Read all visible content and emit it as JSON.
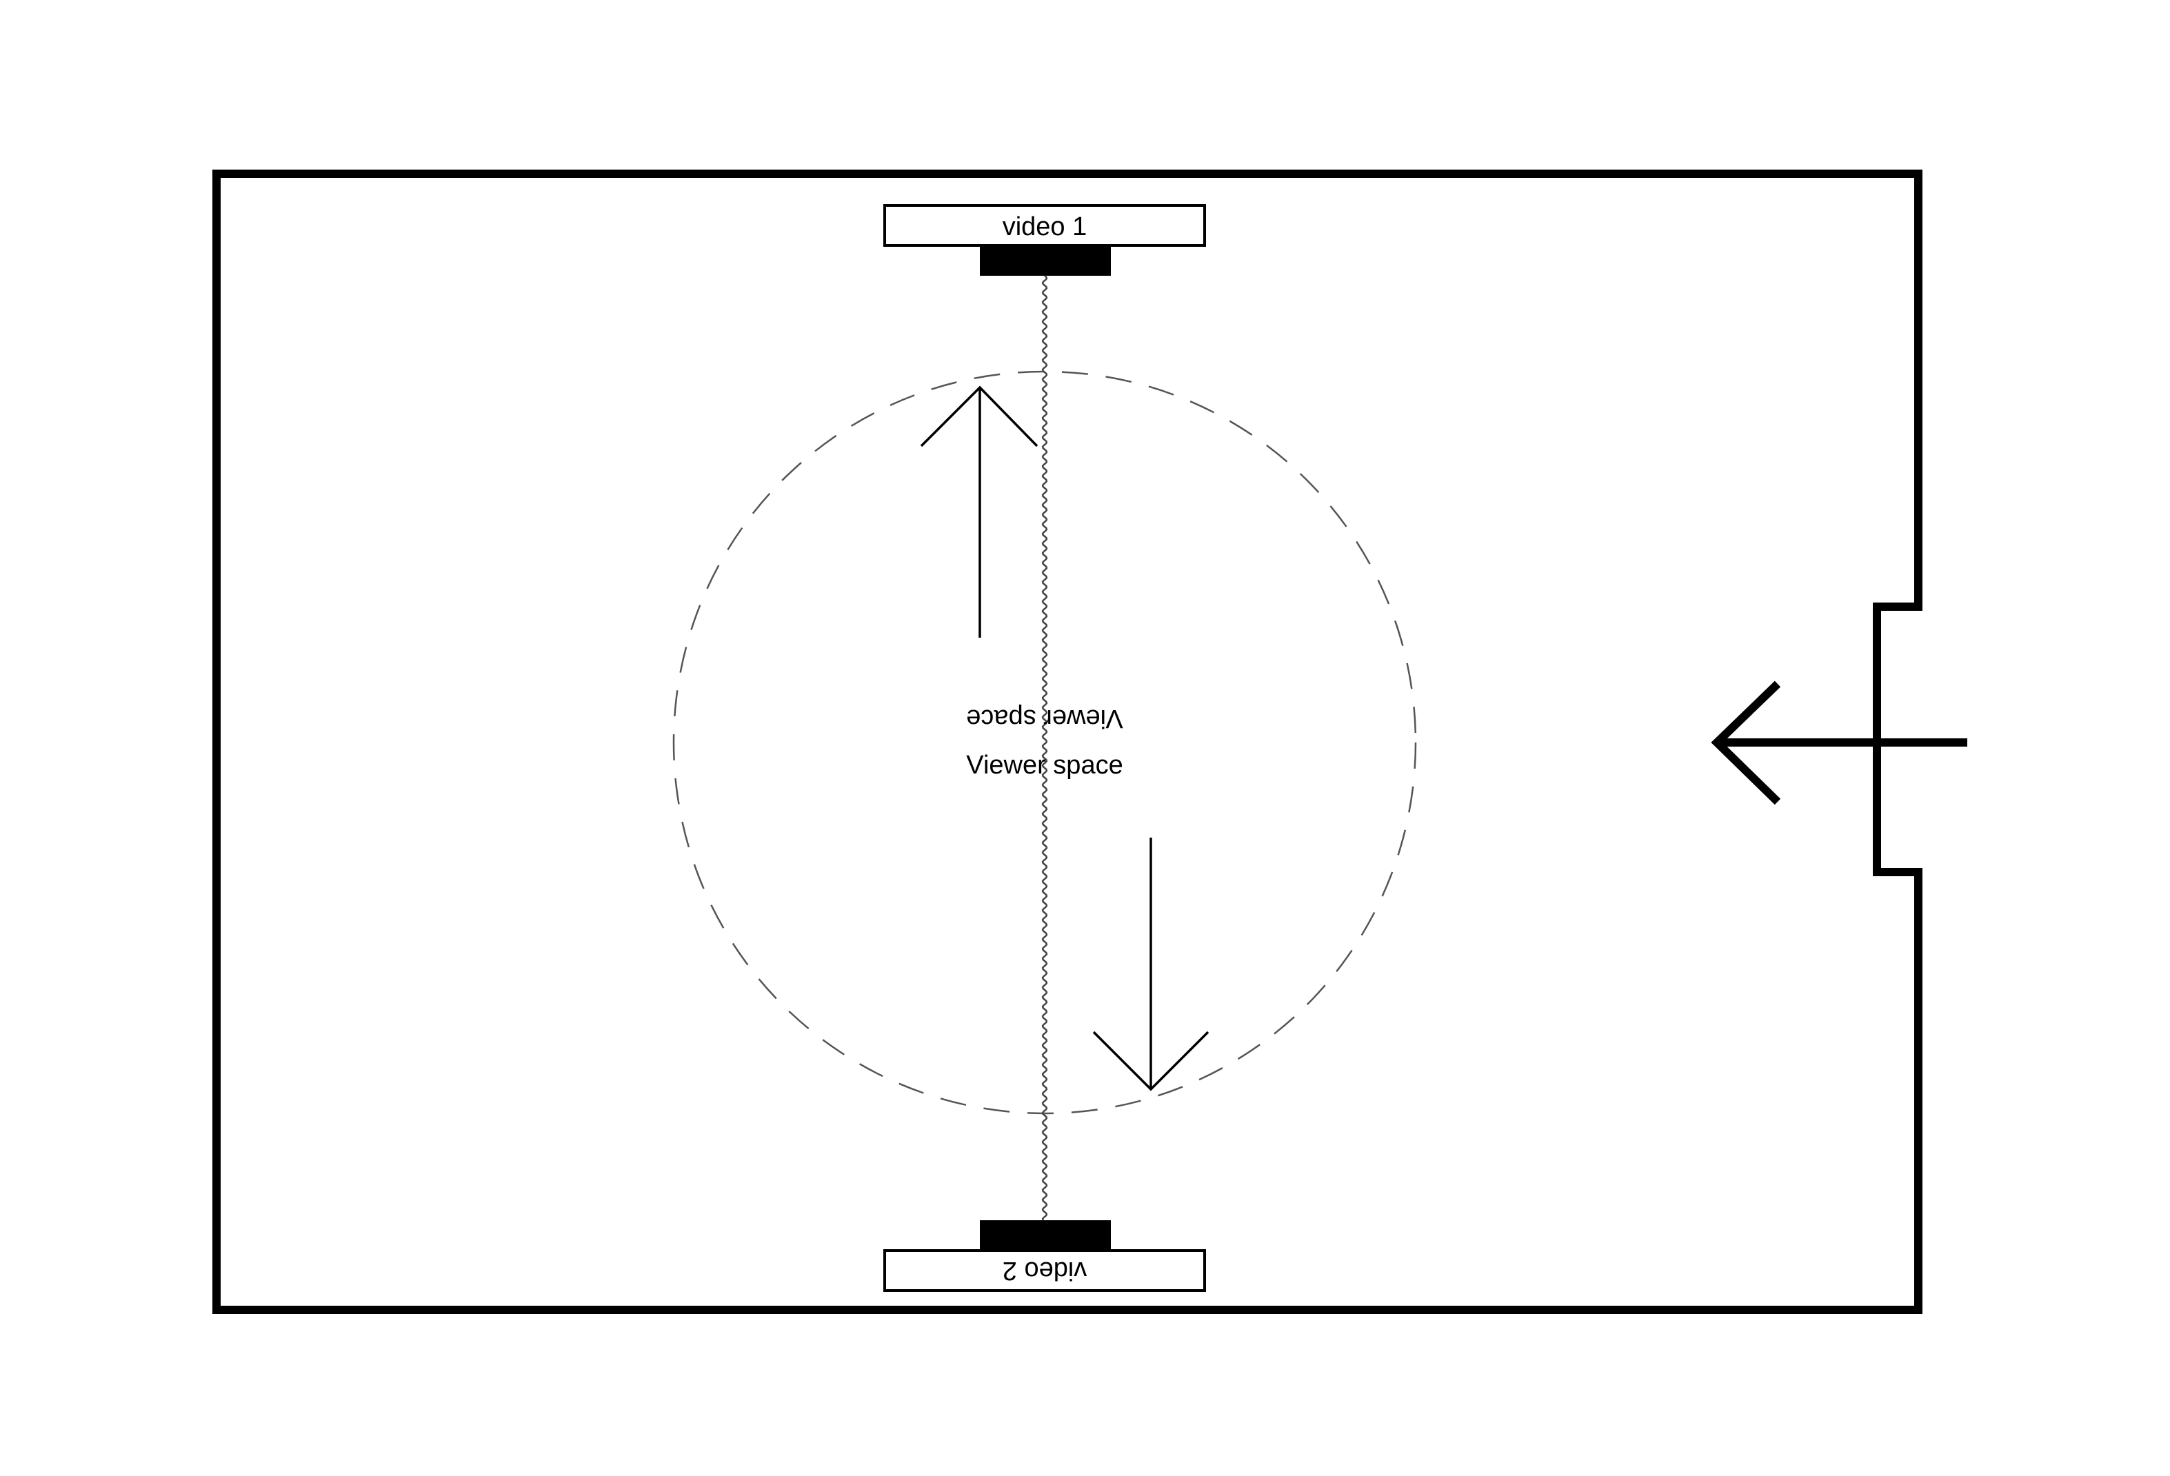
{
  "diagram": {
    "labels": {
      "video_1": "video 1",
      "video_2": "video 2",
      "viewer_space_mirrored": "Viewer space",
      "viewer_space": "Viewer space"
    },
    "colors": {
      "ink": "#000000",
      "background": "#ffffff",
      "dashed_circle": "#555555",
      "divider": "#444444"
    }
  }
}
